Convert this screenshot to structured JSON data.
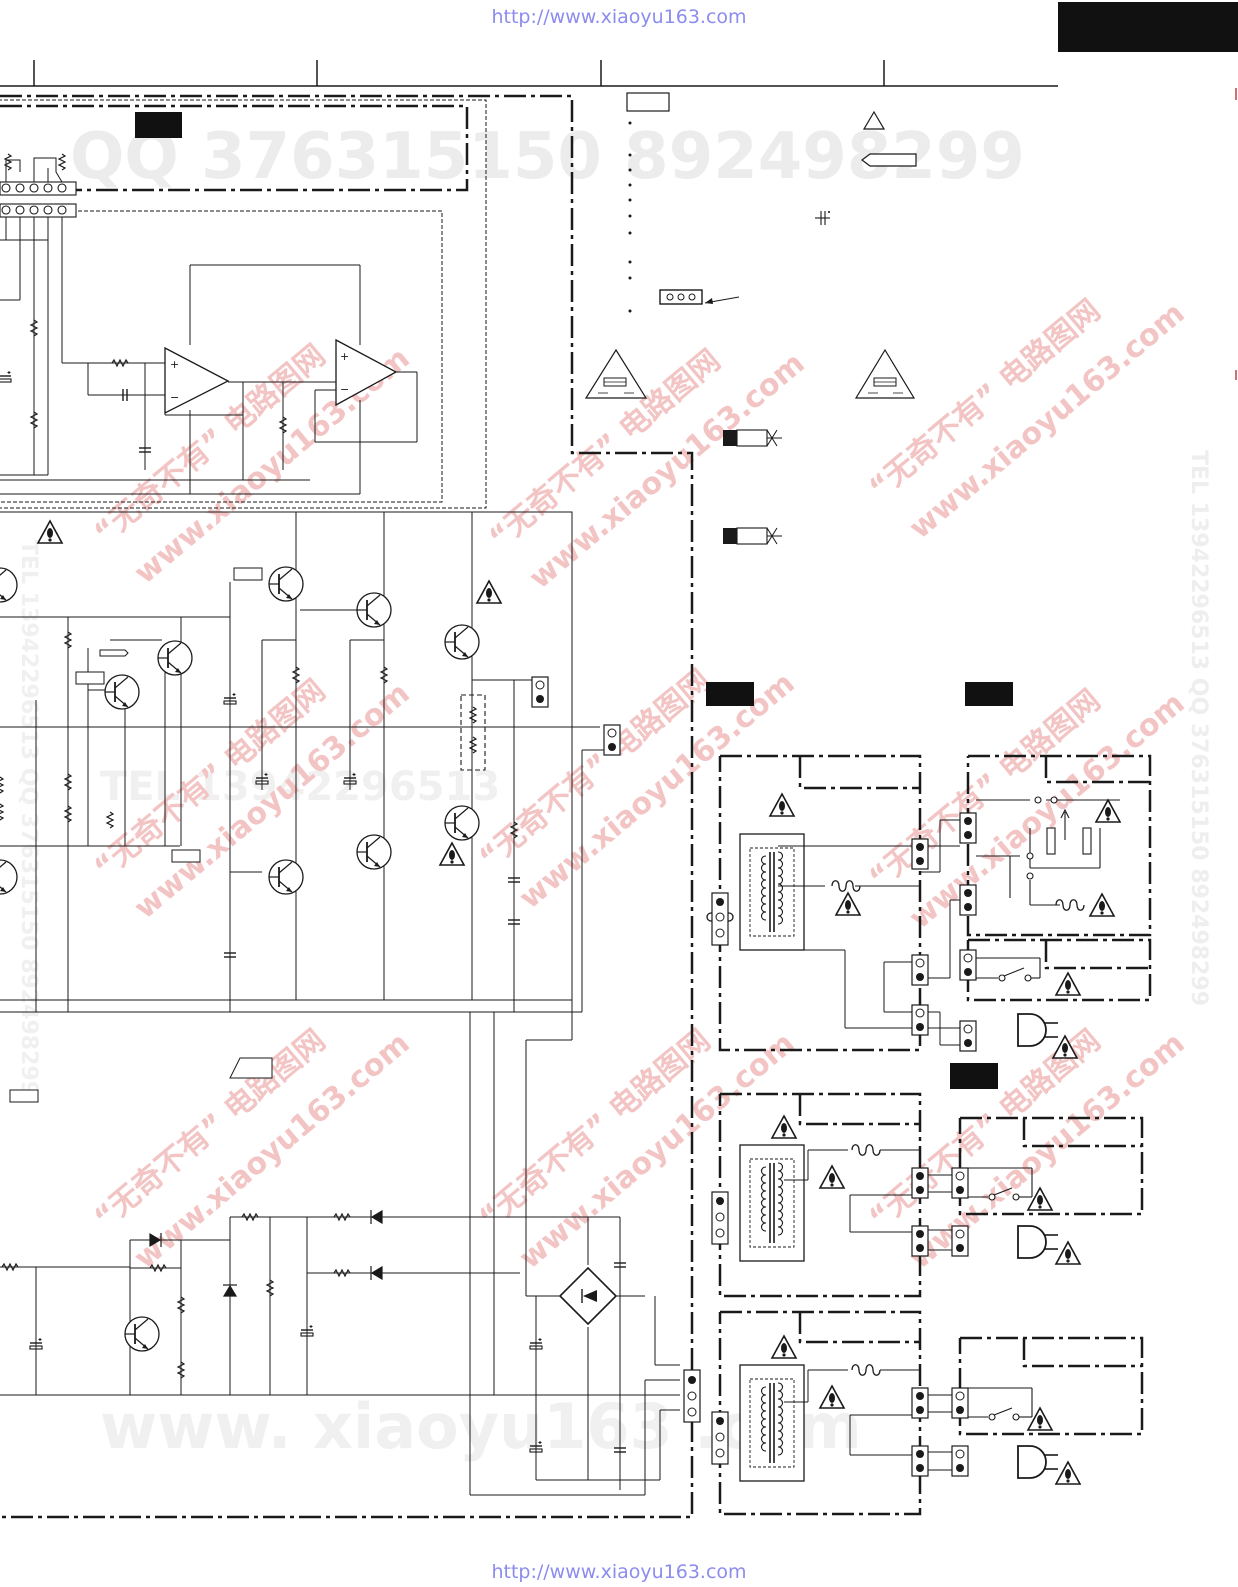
{
  "source_url": "http://www.xiaoyu163.com",
  "watermarks": {
    "qq_line": "QQ 376315150   892498299",
    "tel_line": "TEL 13942296513",
    "site_line": "www. xiaoyu163 .com",
    "diag_cn": "“无奇不有” 电路图网",
    "diag_url": "www.xiaoyu163.com",
    "side_text": "TEL 13942296513   QQ 376315150   892498299"
  },
  "colors": {
    "line": "#1a1a1a",
    "url": "#8c8cf0",
    "watermark": "#e8e8e8",
    "watermark_red": "#f3c4c4",
    "block": "#111111"
  },
  "icons": [
    "warning-triangle-icon",
    "fuse-triangle-icon",
    "capacitor-symbol-icon",
    "connector-symbol-icon",
    "fuse-block-icon",
    "transformer-icon",
    "relay-icon",
    "plug-icon",
    "bridge-rectifier-icon",
    "transistor-icon",
    "opamp-icon"
  ]
}
